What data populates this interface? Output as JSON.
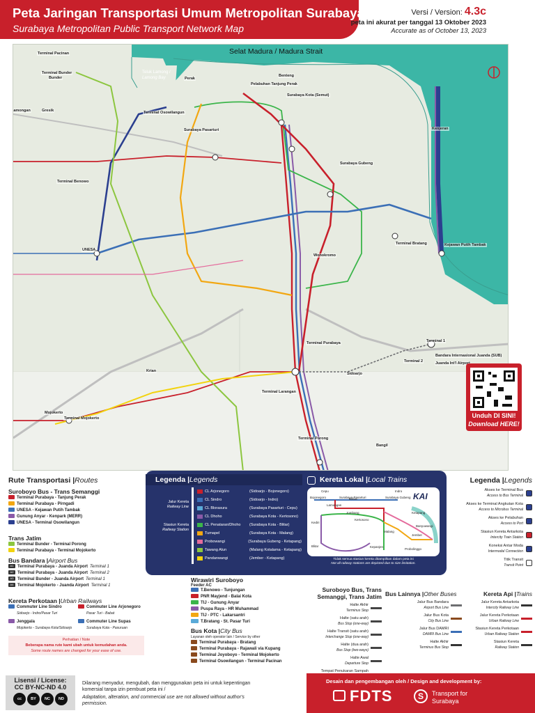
{
  "header": {
    "title": "Peta Jaringan Transportasi Umum Metropolitan Surabaya",
    "subtitle": "Surabaya Metropolitan Public Transport Network Map",
    "version_label": "Versi / Version:",
    "version": "4.3c",
    "accurate_id": "peta ini akurat per tanggal 13 Oktober 2023",
    "accurate_en": "Accurate as of October 13, 2023"
  },
  "map": {
    "strait": "Selat Madura / Madura Strait",
    "bay_1": "Teluk Lamong /",
    "bay_2": "Lamong Bay",
    "places": [
      {
        "name": "Terminal Pacinan"
      },
      {
        "name": "Terminal Bunder"
      },
      {
        "name": "Lamongan"
      },
      {
        "name": "Gresik"
      },
      {
        "name": "Terminal Benowo"
      },
      {
        "name": "Surabaya Kota (Semut)"
      },
      {
        "name": "Surabaya Pasarturi"
      },
      {
        "name": "Terminal Osowilangun"
      },
      {
        "name": "Surabaya Gubeng"
      },
      {
        "name": "Terminal Bratang"
      },
      {
        "name": "Kejawan Putih Tambak"
      },
      {
        "name": "Bandara Internasional Juanda (SUB)"
      },
      {
        "name": "Juanda Int'l Airport"
      },
      {
        "name": "Terminal Purabaya"
      },
      {
        "name": "Terminal Larangan"
      },
      {
        "name": "Terminal Porong"
      },
      {
        "name": "Terminal Mojokerto"
      },
      {
        "name": "Mojokerto"
      },
      {
        "name": "Sidoarjo"
      },
      {
        "name": "Bangil"
      },
      {
        "name": "UNESA"
      },
      {
        "name": "Pelabuhan Tanjung Perak"
      },
      {
        "name": "Kenjeran"
      },
      {
        "name": "Terminal 1"
      },
      {
        "name": "Terminal 2"
      },
      {
        "name": "Wonokromo"
      },
      {
        "name": "Krian"
      },
      {
        "name": "Perak"
      },
      {
        "name": "Benteng"
      },
      {
        "name": "Bunder"
      }
    ],
    "download_1": "Unduh DI SINI!",
    "download_2": "Download HERE!"
  },
  "routes": {
    "title": "Rute Transportasi",
    "title_en": "Routes",
    "suroboyo_title": "Suroboyo Bus - Trans Semanggi",
    "suroboyo": [
      {
        "code": "R1",
        "color": "#c8202b",
        "name": "Terminal Purabaya - Tanjung Perak"
      },
      {
        "code": "R2",
        "color": "#f2a712",
        "name": "Terminal Purabaya - Pirngadi"
      },
      {
        "code": "R3",
        "color": "#3b6fb6",
        "name": "UNESA - Kejawan Putih Tambak"
      },
      {
        "code": "R4",
        "color": "#8a5aa8",
        "name": "Gunung Anyar - Kenpark (MERR)"
      },
      {
        "code": "R5",
        "color": "#2b3f8f",
        "name": "UNESA - Terminal Osowilangun"
      }
    ],
    "transjatim_title": "Trans Jatim",
    "transjatim": [
      {
        "code": "K1",
        "color": "#8cc63f",
        "name": "Terminal Bunder - Terminal Porong"
      },
      {
        "code": "K2",
        "color": "#f2d30f",
        "name": "Terminal Purabaya - Terminal Mojokerto"
      }
    ],
    "airport_title": "Bus Bandara",
    "airport_title_en": "Airport Bus",
    "airport": [
      {
        "code": "A1",
        "name": "Terminal Purabaya - Juanda Airport",
        "term": "Terminal 1"
      },
      {
        "code": "A2",
        "name": "Terminal Purabaya - Juanda Airport",
        "term": "Terminal 2"
      },
      {
        "code": "A3",
        "name": "Terminal Bunder - Juanda Airport",
        "term": "Terminal 1"
      },
      {
        "code": "A4",
        "name": "Terminal Mojokerto - Juanda Airport",
        "term": "Terminal 1"
      }
    ],
    "krl_title": "Kereta Perkotaan",
    "krl_title_en": "Urban Railways",
    "krl": [
      {
        "color": "#3b6fb6",
        "name": "Commuter Line Sindro",
        "sub": "Sidoarjo - Indro/Pasar Turi"
      },
      {
        "color": "#c8202b",
        "name": "Commuter Line Arjonegoro",
        "sub": "Pasar Turi - Babat"
      },
      {
        "color": "#8a5aa8",
        "name": "Jenggala",
        "sub": "Mojokerto - Surabaya Kota/Sidoarjo"
      },
      {
        "color": "#3b6fb6",
        "name": "Commuter Line Supas",
        "sub": "Surabaya Kota - Pasuruan"
      }
    ],
    "note_1": "Perhatian / Note",
    "note_2": "Beberapa nama rute kami ubah untuk kemudahan anda.",
    "note_3": "Some route names are changed for your ease of use."
  },
  "legend_panel": {
    "title": "Legenda",
    "title_en": "Legends",
    "halt_label": "Jalur Kereta",
    "halt_label_en": "Railway Line",
    "station_label": "Stasiun Kereta",
    "station_label_en": "Railway Station",
    "lines": [
      {
        "color": "#c8202b",
        "name": "CL Arjonegoro",
        "via": "(Sidoarjo - Bojonegoro)"
      },
      {
        "color": "#3b6fb6",
        "name": "CL Sindro",
        "via": "(Sidoarjo - Indro)"
      },
      {
        "color": "#5aaad8",
        "name": "CL Blorasura",
        "via": "(Surabaya Pasarturi - Cepu)"
      },
      {
        "color": "#8a5aa8",
        "name": "CL Dhoho",
        "via": "(Surabaya Kota - Kertosono)"
      },
      {
        "color": "#3bb54a",
        "name": "CL Penataran/Dhoho",
        "via": "(Surabaya Kota - Blitar)"
      },
      {
        "color": "#f2a712",
        "name": "Tumapel",
        "via": "(Surabaya Kota - Malang)"
      },
      {
        "color": "#e46b9c",
        "name": "Probowangi",
        "via": "(Surabaya Gubeng - Ketapang)"
      },
      {
        "color": "#8cc63f",
        "name": "Tawang Alun",
        "via": "(Malang Kotalama - Ketapang)"
      },
      {
        "color": "#f2d30f",
        "name": "Pandanwangi",
        "via": "(Jember - Ketapang)"
      }
    ],
    "local_title": "Kereta Lokal",
    "local_title_en": "Local Trains",
    "kai": "KAI",
    "local_note_id": "Tidak semua stasiun kereta ditampilkan dalam peta ini",
    "local_note_en": "Not all railway stations are depicted due to size limitation.",
    "towns": [
      {
        "name": "Surabaya Pasarturi"
      },
      {
        "name": "Surabaya Gubeng"
      },
      {
        "name": "Bojonegoro"
      },
      {
        "name": "Lamongan"
      },
      {
        "name": "Jombang"
      },
      {
        "name": "Kertosono"
      },
      {
        "name": "Kediri"
      },
      {
        "name": "Blitar"
      },
      {
        "name": "Malang"
      },
      {
        "name": "Kepanjen"
      },
      {
        "name": "Probolinggo"
      },
      {
        "name": "Banyuwangi"
      },
      {
        "name": "Ketapang"
      },
      {
        "name": "Jember"
      },
      {
        "name": "Babat"
      },
      {
        "name": "Cepu"
      },
      {
        "name": "Indro"
      }
    ]
  },
  "legend_right": {
    "title": "Legenda",
    "title_en": "Legends",
    "items": [
      {
        "id": "Akses ke Terminal Bus",
        "en": "Access to Bus Terminal"
      },
      {
        "id": "Akses ke Terminal Angkutan Kota",
        "en": "Access to Microbus Terminal"
      },
      {
        "id": "Akses ke Pelabuhan",
        "en": "Access to Port"
      },
      {
        "id": "Stasiun Kereta Antarkota",
        "en": "Intercity Train Station"
      },
      {
        "id": "Koneksi Antar Moda",
        "en": "Intermodal Connection"
      },
      {
        "id": "Titik Transit",
        "en": "Transit Point"
      }
    ]
  },
  "feeder": {
    "title": "Wirawiri Suroboyo",
    "subtitle": "Feeder  AC",
    "items": [
      {
        "code": "FD1",
        "color": "#3b6fb6",
        "name": "T.Benowo - Tunjungan"
      },
      {
        "code": "FD2",
        "color": "#c8202b",
        "name": "PNR Mayjend - Balai Kota"
      },
      {
        "code": "FD3",
        "color": "#3bb54a",
        "name": "TIJ - Gunung Anyar"
      },
      {
        "code": "FD4",
        "color": "#8a5aa8",
        "name": "Puspa Raya - HR Muhammad"
      },
      {
        "code": "FD5",
        "color": "#f2a712",
        "name": "TIJ - PTC - Lakarsantri"
      },
      {
        "code": "FD6",
        "color": "#5aaad8",
        "name": "T.Bratang - St. Pasar Turi"
      }
    ],
    "city_title": "Bus Kota",
    "city_title_en": "City Bus",
    "city_note": "Layanan oleh operator lain / Service by other",
    "city": [
      {
        "code": "P1",
        "name": "Terminal Purabaya - Bratang"
      },
      {
        "code": "P2",
        "name": "Terminal Purabaya - Rajawali via Kupang"
      },
      {
        "code": "P3",
        "name": "Terminal Joyoboyo - Terminal Mojokerto"
      },
      {
        "code": "P4",
        "name": "Terminal Osowilangun - Terminal Pacinan"
      }
    ]
  },
  "bus_legend": {
    "title_1": "Suroboyo Bus, Trans",
    "title_2": "Semanggi, Trans Jatim",
    "items": [
      {
        "id": "Halte Akhir",
        "en": "Terminus Stop"
      },
      {
        "id": "Halte (satu arah)",
        "en": "Bus Stop (one-way)"
      },
      {
        "id": "Halte Transit (satu arah)",
        "en": "Interchange Stop (one-way)"
      },
      {
        "id": "Halte (dua arah)",
        "en": "Bus Stop (two-ways)"
      },
      {
        "id": "Halte Awal",
        "en": "Departure Stop"
      },
      {
        "id": "Tempat Penukaran Sampah",
        "en": "Waste Collection Point"
      }
    ],
    "other_title": "Bus Lainnya",
    "other_title_en": "Other Buses",
    "other": [
      {
        "id": "Jalur Bus Bandara",
        "en": "Airport Bus Line"
      },
      {
        "id": "Jalur Bus Kota",
        "en": "City Bus Line"
      },
      {
        "id": "Jalur Bus DAMRI",
        "en": "DAMRI Bus Line"
      },
      {
        "id": "Halte Akhir",
        "en": "Terminus Bus Stop"
      }
    ],
    "train_title": "Kereta Api",
    "train_title_en": "Trains",
    "train": [
      {
        "id": "Jalur Kereta Antarkota",
        "en": "Intercity Railway Line"
      },
      {
        "id": "Jalur Kereta Perkotaan",
        "en": "Urban Railway Line"
      },
      {
        "id": "Stasiun Kereta Perkotaan",
        "en": "Urban Railway Station"
      },
      {
        "id": "Stasiun Kereta",
        "en": "Railway Station"
      }
    ]
  },
  "footer": {
    "license_1": "Lisensi / License:",
    "license_2": "CC BY-NC-ND 4.0",
    "cc": [
      "cc",
      "BY",
      "NC",
      "ND"
    ],
    "notice_id": "Dilarang menyadur, mengubah, dan menggunakan peta ini untuk kepentingan komersial tanpa izin pembuat peta ini /",
    "notice_en": "Adaptation, alteration, and commercial use are not allowed without author's permission.",
    "dev": "Desain dan pengembangan oleh / Design and development by:",
    "fdts": "FDTS",
    "tfs_1": "Transport for",
    "tfs_2": "Surabaya"
  },
  "colors": {
    "brand_red": "#c8202b",
    "navy": "#26336b",
    "sea": "#3cb6a6",
    "land": "#e7ebe1"
  }
}
